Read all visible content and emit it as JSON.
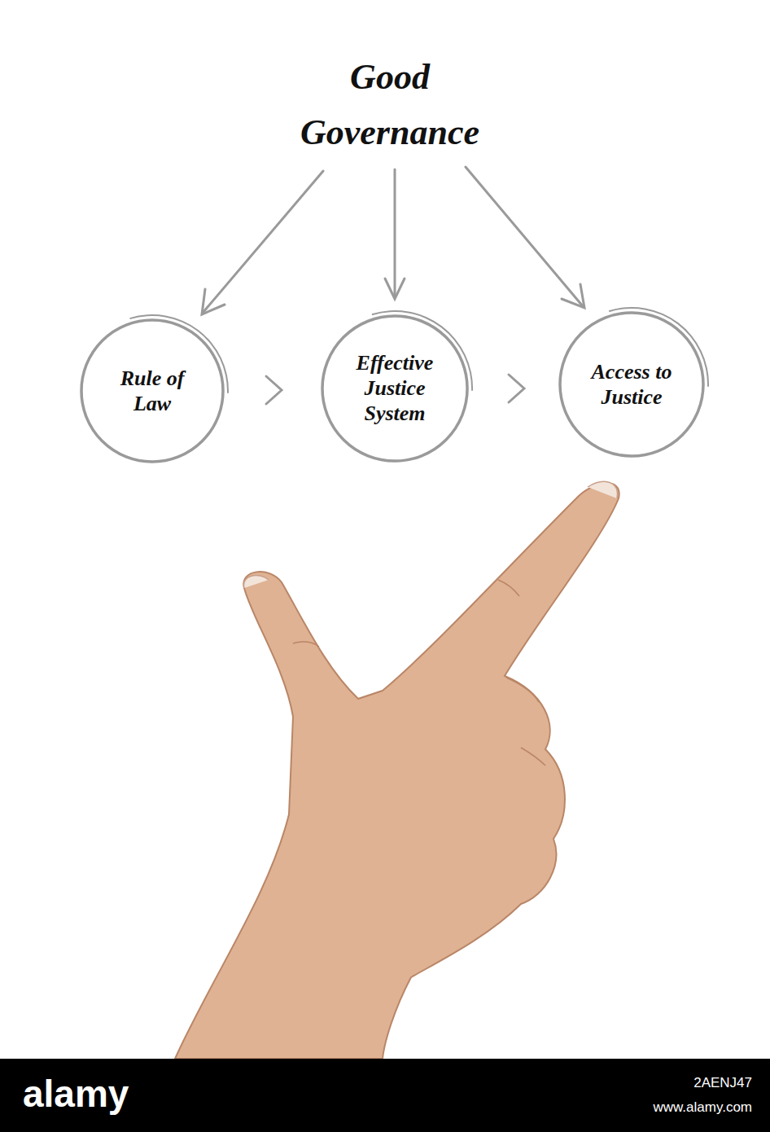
{
  "diagram": {
    "title": "Good Governance",
    "nodes": [
      {
        "text": [
          "Rule of Law"
        ]
      },
      {
        "text": [
          "Effective Justice System"
        ]
      },
      {
        "text": [
          "Access to Justice"
        ]
      }
    ],
    "labels": [
      "alamy",
      "2AENJ47",
      "www.alamy.com"
    ]
  }
}
